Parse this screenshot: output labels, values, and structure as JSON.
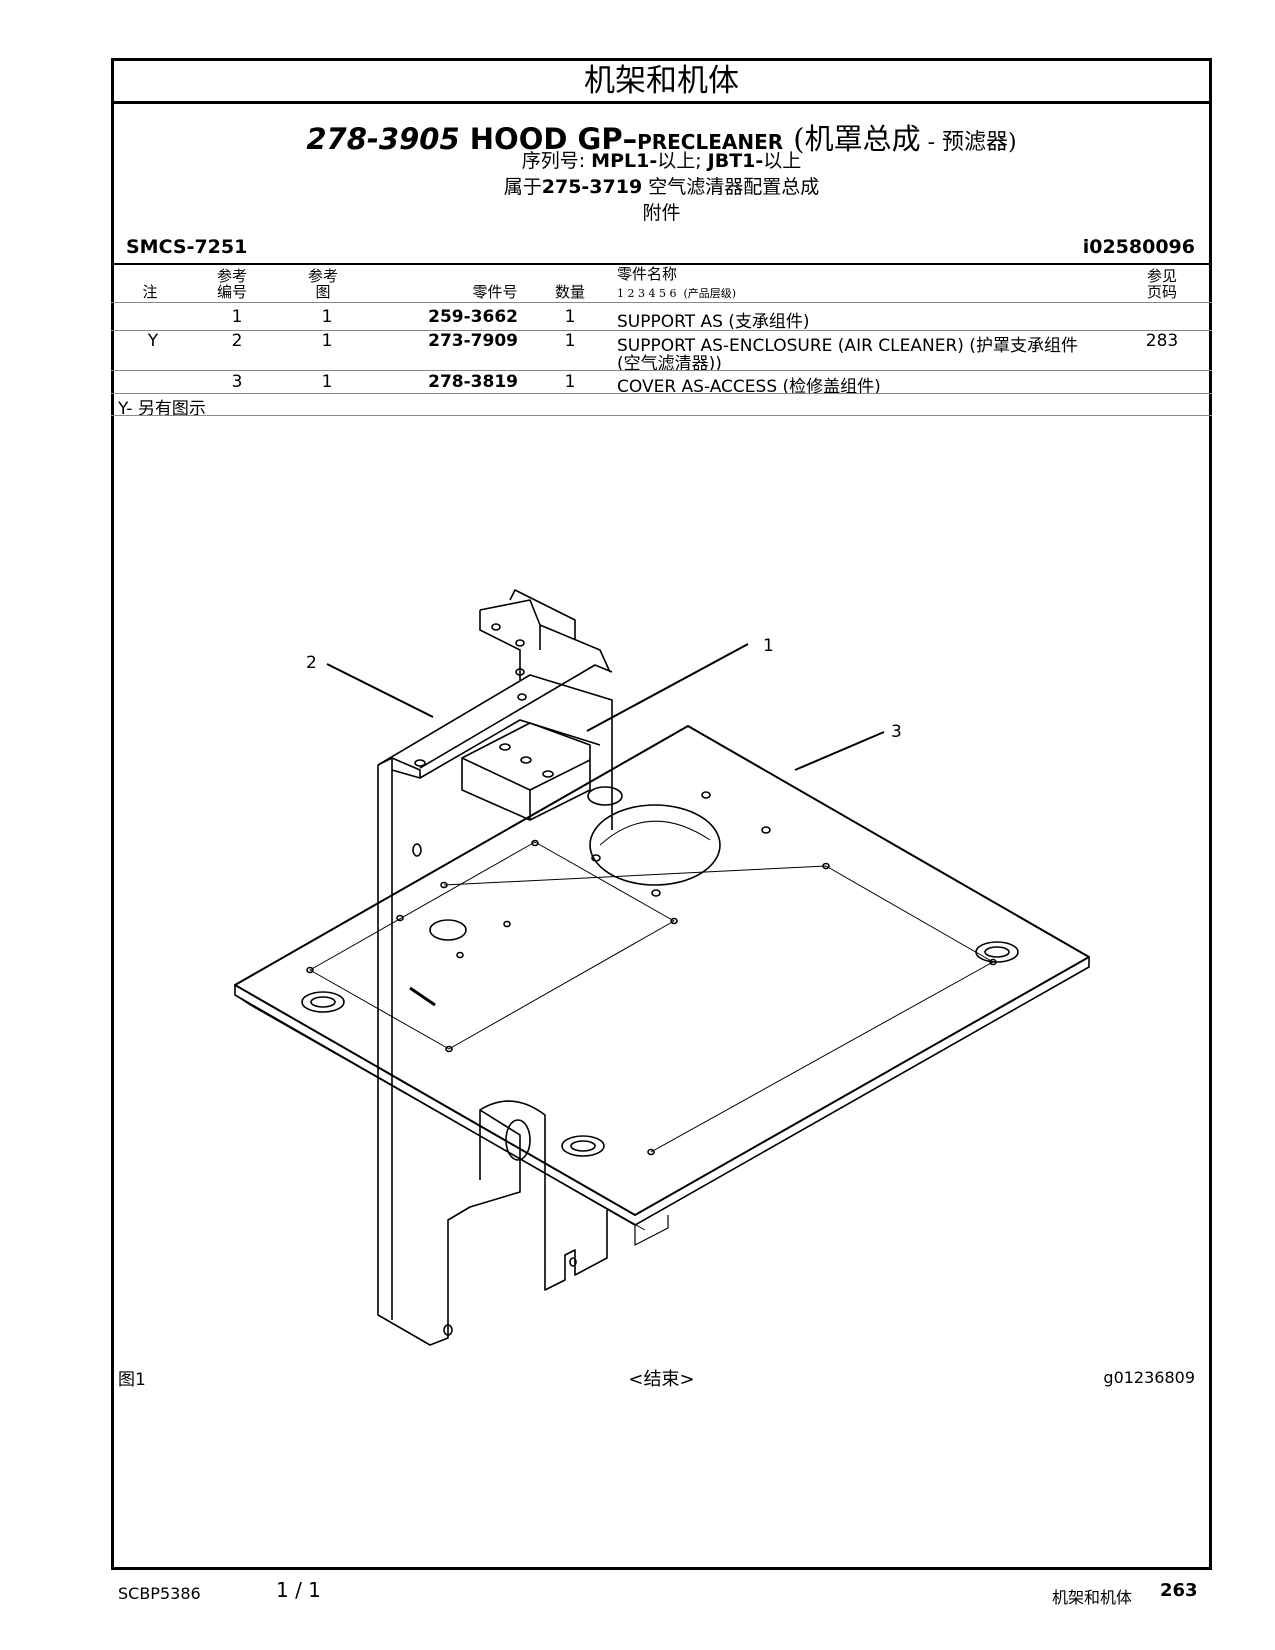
{
  "header": {
    "section": "机架和机体"
  },
  "title": {
    "part_number": "278-3905",
    "name": "HOOD GP",
    "dash": "–",
    "qualifier": "PRECLEANER",
    "cn_open": "(机罩总成",
    "cn_dash": " - ",
    "cn_close": "预滤器)"
  },
  "serial": {
    "label": "序列号:",
    "s1": "MPL1-",
    "t1": "以上;",
    "s2": "JBT1-",
    "t2": "以上"
  },
  "belongs": {
    "prefix": "属于",
    "num": "275-3719",
    "suffix": "空气滤清器配置总成"
  },
  "attachment": "附件",
  "smcs": "SMCS-7251",
  "doc_id": "i02580096",
  "table": {
    "headers": {
      "note": "注",
      "ref_no_1": "参考",
      "ref_no_2": "编号",
      "ref_fig_1": "参考",
      "ref_fig_2": "图",
      "part_no": "零件号",
      "qty": "数量",
      "name_1": "零件名称",
      "levels": "1   2   3   4   5   6",
      "level_note": "(产品层级)",
      "see_page_1": "参见",
      "see_page_2": "页码"
    },
    "rows": [
      {
        "note": "",
        "ref": "1",
        "fig": "1",
        "part": "259-3662",
        "qty": "1",
        "name": "SUPPORT AS (支承组件)",
        "name2": "",
        "page": ""
      },
      {
        "note": "Y",
        "ref": "2",
        "fig": "1",
        "part": "273-7909",
        "qty": "1",
        "name": "SUPPORT AS-ENCLOSURE (AIR CLEANER) (护罩支承组件",
        "name2": "(空气滤清器))",
        "page": "283"
      },
      {
        "note": "",
        "ref": "3",
        "fig": "1",
        "part": "278-3819",
        "qty": "1",
        "name": "COVER AS-ACCESS (检修盖组件)",
        "name2": "",
        "page": ""
      }
    ]
  },
  "note": "Y- 另有图示",
  "callouts": {
    "c1": "1",
    "c2": "2",
    "c3": "3"
  },
  "figure_label": "图1",
  "end_label": "<结束>",
  "graphic_id": "g01236809",
  "footer": {
    "doc": "SCBP5386",
    "pages": "1 / 1",
    "section": "机架和机体",
    "page": "263"
  }
}
